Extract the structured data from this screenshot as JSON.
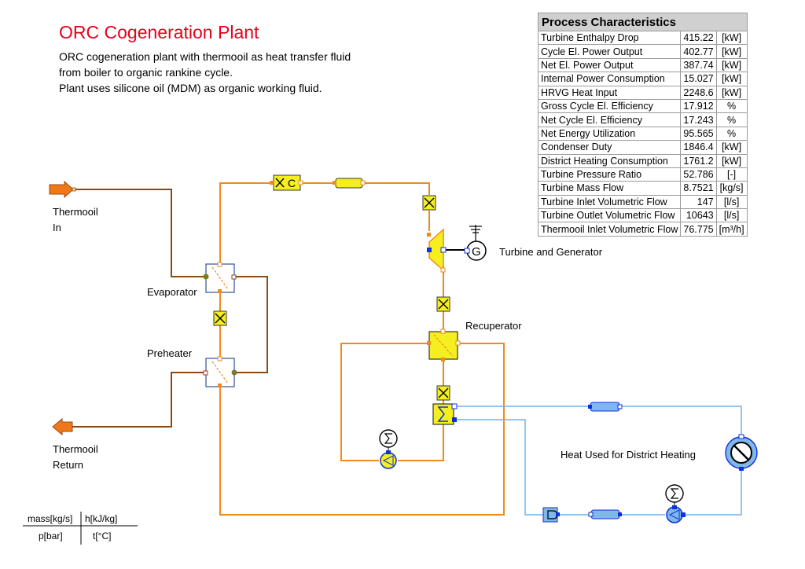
{
  "title": "ORC Cogeneration Plant",
  "description": [
    "ORC cogeneration plant with thermooil as heat transfer fluid",
    "from boiler to organic rankine cycle.",
    "Plant uses silicone oil (MDM) as organic working fluid."
  ],
  "labels": {
    "thermooil_in": [
      "Thermooil",
      "In"
    ],
    "thermooil_return": [
      "Thermooil",
      "Return"
    ],
    "evaporator": "Evaporator",
    "preheater": "Preheater",
    "recuperator": "Recuperator",
    "turbine_generator": "Turbine and Generator",
    "district_heating": "Heat Used for District Heating"
  },
  "process_characteristics": {
    "title": "Process Characteristics",
    "rows": [
      {
        "name": "Turbine Enthalpy Drop",
        "value": "415.22",
        "unit": "[kW]"
      },
      {
        "name": "Cycle El. Power Output",
        "value": "402.77",
        "unit": "[kW]"
      },
      {
        "name": "Net El. Power Output",
        "value": "387.74",
        "unit": "[kW]"
      },
      {
        "name": "Internal Power Consumption",
        "value": "15.027",
        "unit": "[kW]"
      },
      {
        "name": "HRVG Heat Input",
        "value": "2248.6",
        "unit": "[kW]"
      },
      {
        "name": "Gross Cycle El. Efficiency",
        "value": "17.912",
        "unit": "%"
      },
      {
        "name": "Net Cycle El. Efficiency",
        "value": "17.243",
        "unit": "%"
      },
      {
        "name": "Net Energy Utilization",
        "value": "95.565",
        "unit": "%"
      },
      {
        "name": "Condenser Duty",
        "value": "1846.4",
        "unit": "[kW]"
      },
      {
        "name": "District Heating Consumption",
        "value": "1761.2",
        "unit": "[kW]"
      },
      {
        "name": "Turbine Pressure Ratio",
        "value": "52.786",
        "unit": "[-]"
      },
      {
        "name": "Turbine Mass Flow",
        "value": "8.7521",
        "unit": "[kg/s]"
      },
      {
        "name": "Turbine Inlet Volumetric Flow",
        "value": "147",
        "unit": "[l/s]"
      },
      {
        "name": "Turbine Outlet Volumetric Flow",
        "value": "10643",
        "unit": "[l/s]"
      },
      {
        "name": "Thermooil Inlet Volumetric Flow",
        "value": "76.775",
        "unit": "[m³/h]"
      }
    ]
  },
  "legend": {
    "mass": "mass[kg/s]",
    "enthalpy": "h[kJ/kg]",
    "pressure": "p[bar]",
    "temperature": "t[°C]"
  },
  "colors": {
    "title": "#e8001c",
    "orc_line": "#f08a1c",
    "thermooil_line": "#8b4a14",
    "water_line": "#6fb4ee",
    "component_fill": "#f5ef1f",
    "water_component_fill": "#7fb8ea",
    "port_blue": "#1030d8",
    "port_orange": "#f07818"
  }
}
